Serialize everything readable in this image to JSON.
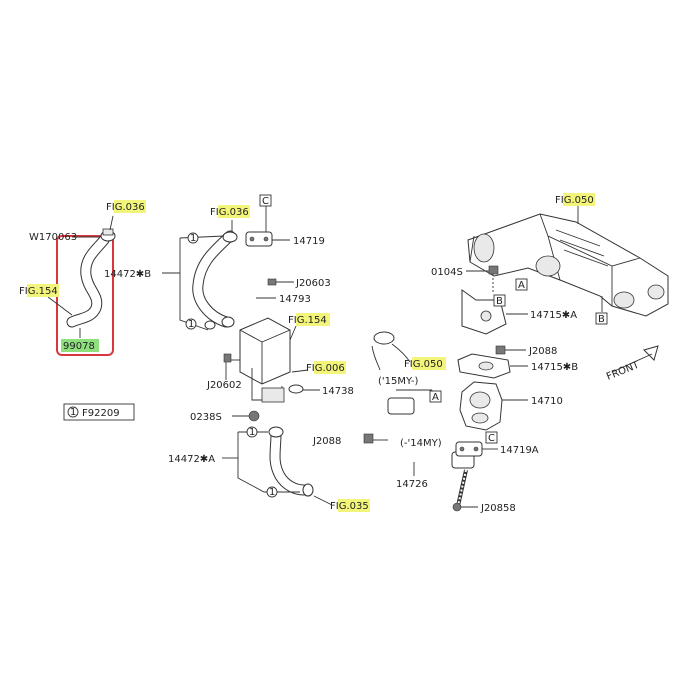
{
  "refs": {
    "fig036_left": {
      "pre": "F",
      "hl": "IG.03",
      "post": "6"
    },
    "fig036_mid": {
      "pre": "F",
      "hl": "IG.03",
      "post": "6"
    },
    "fig154_left": {
      "pre": "F",
      "hl": "IG.154",
      "post": ""
    },
    "fig154_mid": {
      "pre": "F",
      "hl": "IG.154",
      "post": ""
    },
    "fig006": {
      "pre": "F",
      "hl": "IG.006",
      "post": ""
    },
    "fig035": {
      "pre": "F",
      "hl": "IG.03",
      "post": "5"
    },
    "fig050_right": {
      "pre": "F",
      "hl": "IG.05",
      "post": "0"
    },
    "fig050_mid": {
      "pre": "F",
      "hl": "IG.050",
      "post": ""
    }
  },
  "parts": {
    "w170063": "W170063",
    "p99078": "99078",
    "p14472b": "14472✱B",
    "p14472a": "14472✱A",
    "p14719": "14719",
    "j20603": "J20603",
    "p14793": "14793",
    "j20602": "J20602",
    "p14738": "14738",
    "p0238s": "0238S",
    "j2088_left": "J2088",
    "p14726": "14726",
    "p0104s": "0104S",
    "p14715a": "14715✱A",
    "j2088_right": "J2088",
    "p14715b": "14715✱B",
    "p14710": "14710",
    "p14719a": "14719A",
    "j20858": "J20858"
  },
  "notes": {
    "my15": "('15MY-)",
    "my14": "(-'14MY)",
    "front": "FRONT",
    "legend_num": "1",
    "legend_code": "F92209"
  },
  "markers": {
    "a": "A",
    "b": "B",
    "c": "C",
    "one": "1"
  },
  "colors": {
    "highlight": "#f3f57a",
    "part_highlight": "#8ee07f",
    "callout_box": "#d9363e"
  }
}
